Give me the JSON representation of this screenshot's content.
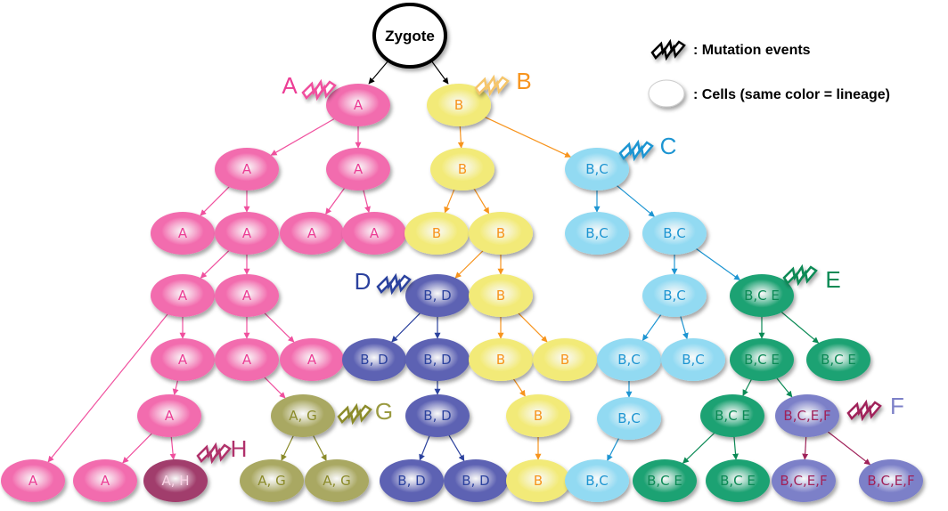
{
  "root": {
    "label": "Zygote"
  },
  "legend": {
    "mutation_label": ": Mutation events",
    "cells_label": ": Cells (same color = lineage)"
  },
  "colors": {
    "A": {
      "fill": "#f26cae",
      "text": "#ec3d95"
    },
    "B": {
      "fill": "#f2ea78",
      "text": "#f7941d"
    },
    "C": {
      "fill": "#92daf2",
      "text": "#1d95d2"
    },
    "D": {
      "fill": "#5d62b3",
      "text": "#2c429e"
    },
    "E": {
      "fill": "#1ea273",
      "text": "#0b8a55"
    },
    "F": {
      "fill": "#7c80c8",
      "text": "#a0225a"
    },
    "G": {
      "fill": "#a9a862",
      "text": "#8b8b2a"
    },
    "H": {
      "fill": "#a13d6c",
      "text": "#b0306b"
    }
  },
  "mutations": [
    {
      "label": "A"
    },
    {
      "label": "B"
    },
    {
      "label": "C"
    },
    {
      "label": "D"
    },
    {
      "label": "E"
    },
    {
      "label": "F"
    },
    {
      "label": "G"
    },
    {
      "label": "H"
    }
  ],
  "cells": [
    {
      "label": "A",
      "lineage": "A"
    },
    {
      "label": "B",
      "lineage": "B"
    },
    {
      "label": "A",
      "lineage": "A"
    },
    {
      "label": "A",
      "lineage": "A"
    },
    {
      "label": "B",
      "lineage": "B"
    },
    {
      "label": "B,C",
      "lineage": "C"
    },
    {
      "label": "A",
      "lineage": "A"
    },
    {
      "label": "A",
      "lineage": "A"
    },
    {
      "label": "A",
      "lineage": "A"
    },
    {
      "label": "A",
      "lineage": "A"
    },
    {
      "label": "B",
      "lineage": "B"
    },
    {
      "label": "B",
      "lineage": "B"
    },
    {
      "label": "B,C",
      "lineage": "C"
    },
    {
      "label": "B,C",
      "lineage": "C"
    },
    {
      "label": "A",
      "lineage": "A"
    },
    {
      "label": "A",
      "lineage": "A"
    },
    {
      "label": "B, D",
      "lineage": "D"
    },
    {
      "label": "B",
      "lineage": "B"
    },
    {
      "label": "B,C",
      "lineage": "C"
    },
    {
      "label": "B,C E",
      "lineage": "E"
    },
    {
      "label": "A",
      "lineage": "A"
    },
    {
      "label": "A",
      "lineage": "A"
    },
    {
      "label": "A",
      "lineage": "A"
    },
    {
      "label": "B, D",
      "lineage": "D"
    },
    {
      "label": "B, D",
      "lineage": "D"
    },
    {
      "label": "B",
      "lineage": "B"
    },
    {
      "label": "B",
      "lineage": "B"
    },
    {
      "label": "B,C",
      "lineage": "C"
    },
    {
      "label": "B,C",
      "lineage": "C"
    },
    {
      "label": "B,C E",
      "lineage": "E"
    },
    {
      "label": "B,C E",
      "lineage": "E"
    },
    {
      "label": "A",
      "lineage": "A"
    },
    {
      "label": "A, G",
      "lineage": "G"
    },
    {
      "label": "B, D",
      "lineage": "D"
    },
    {
      "label": "B",
      "lineage": "B"
    },
    {
      "label": "B,C",
      "lineage": "C"
    },
    {
      "label": "B,C E",
      "lineage": "E"
    },
    {
      "label": "B,C,E,F",
      "lineage": "F"
    },
    {
      "label": "A",
      "lineage": "A"
    },
    {
      "label": "A",
      "lineage": "A"
    },
    {
      "label": "A, H",
      "lineage": "H"
    },
    {
      "label": "A, G",
      "lineage": "G"
    },
    {
      "label": "A, G",
      "lineage": "G"
    },
    {
      "label": "B, D",
      "lineage": "D"
    },
    {
      "label": "B, D",
      "lineage": "D"
    },
    {
      "label": "B",
      "lineage": "B"
    },
    {
      "label": "B,C",
      "lineage": "C"
    },
    {
      "label": "B,C E",
      "lineage": "E"
    },
    {
      "label": "B,C E",
      "lineage": "E"
    },
    {
      "label": "B,C,E,F",
      "lineage": "F"
    },
    {
      "label": "B,C,E,F",
      "lineage": "F"
    }
  ]
}
